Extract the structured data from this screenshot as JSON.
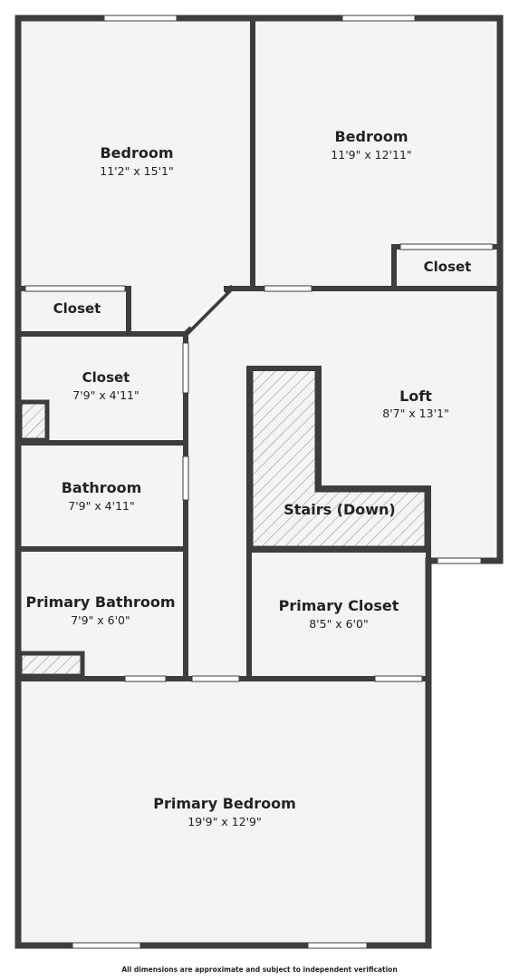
{
  "rooms": {
    "bedroom_left": {
      "name": "Bedroom",
      "dims": "11'2\" x 15'1\""
    },
    "bedroom_right": {
      "name": "Bedroom",
      "dims": "11'9\" x 12'11\""
    },
    "closet_right": {
      "name": "Closet"
    },
    "closet_left": {
      "name": "Closet"
    },
    "closet_mid": {
      "name": "Closet",
      "dims": "7'9\" x 4'11\""
    },
    "loft": {
      "name": "Loft",
      "dims": "8'7\" x 13'1\""
    },
    "bathroom": {
      "name": "Bathroom",
      "dims": "7'9\" x 4'11\""
    },
    "stairs": {
      "name": "Stairs (Down)"
    },
    "primary_bathroom": {
      "name": "Primary Bathroom",
      "dims": "7'9\" x 6'0\""
    },
    "primary_closet": {
      "name": "Primary Closet",
      "dims": "8'5\" x 6'0\""
    },
    "primary_bedroom": {
      "name": "Primary Bedroom",
      "dims": "19'9\" x 12'9\""
    }
  },
  "footer": {
    "note": "All dimensions are approximate and subject to independent verification"
  },
  "colors": {
    "wall": "#3d3d3d",
    "floor": "#f4f4f4",
    "window": "#ffffff"
  }
}
